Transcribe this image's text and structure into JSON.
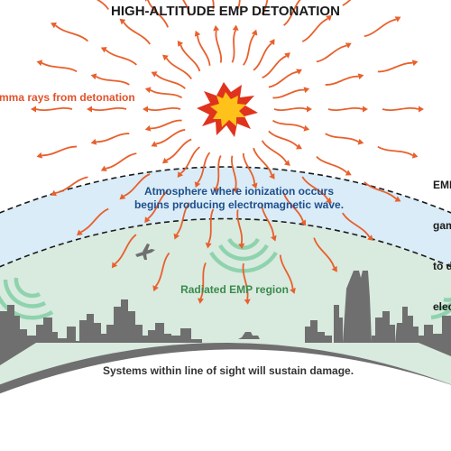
{
  "title": "HIGH-ALTITUDE EMP DETONATION",
  "gamma_label": "Gamma rays from detonation",
  "side_label": [
    "EMP",
    "gam",
    "to d",
    "elec"
  ],
  "atmosphere_label": [
    "Atmosphere where ionization occurs",
    "begins producing electromagnetic wave."
  ],
  "region_label": "Radiated EMP region",
  "ground_label": "Systems within line of sight will sustain damage.",
  "colors": {
    "ray": "#e8602c",
    "atmosphere": "#d9ecf7",
    "region": "#d9eadf",
    "wave": "#8fd3ae",
    "city": "#6f6f6f",
    "explosion_outer": "#e0331e",
    "explosion_inner": "#ffc21a"
  }
}
